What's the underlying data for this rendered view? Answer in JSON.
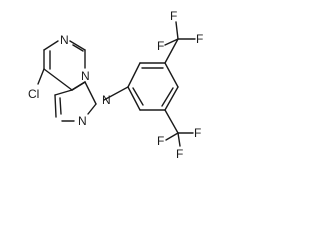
{
  "molecule": {
    "atom_labels": {
      "n_top": "N",
      "n_bottom": "N",
      "n_pyrazole_1": "N",
      "n_pyrazole_2": "N",
      "chlorine": "Cl",
      "cf3_top": {
        "f1": "F",
        "f2": "F",
        "f3": "F"
      },
      "cf3_bottom": {
        "f1": "F",
        "f2": "F",
        "f3": "F"
      }
    },
    "colors": {
      "bond": "#1a1a1a",
      "label": "#1a1a1a",
      "background": "#ffffff"
    }
  }
}
